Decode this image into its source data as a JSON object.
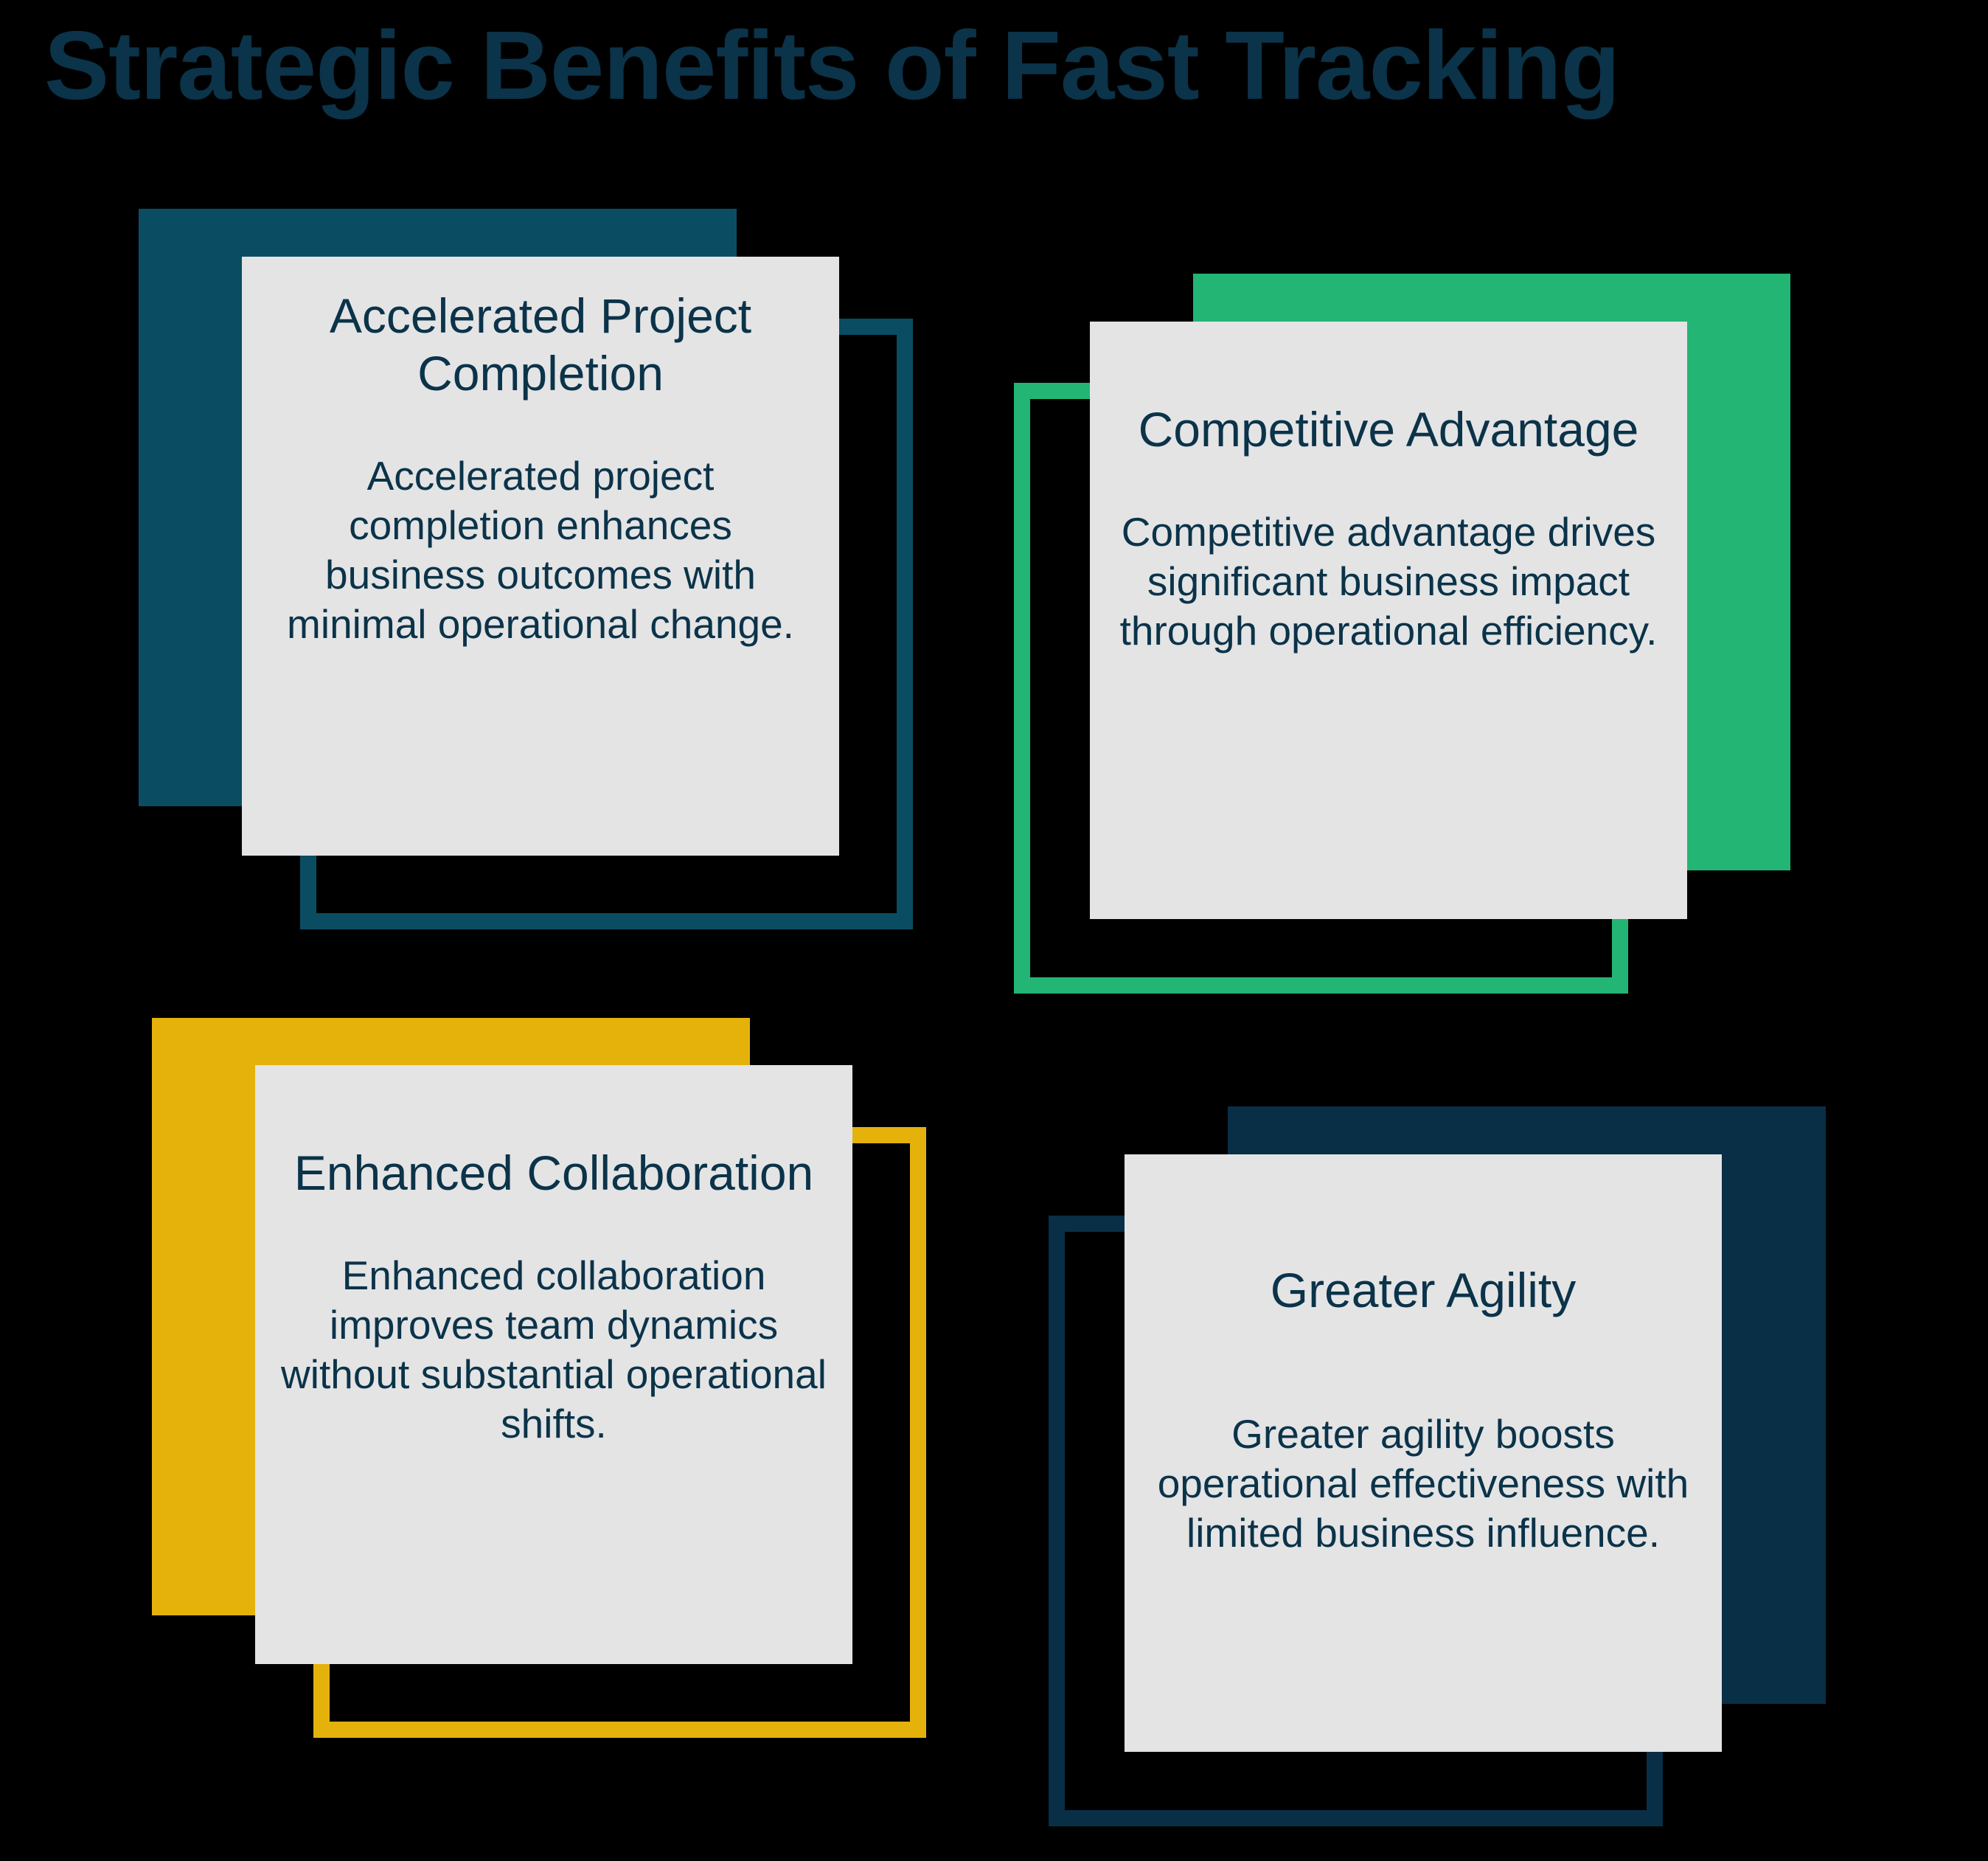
{
  "header": {
    "title": "Strategic Benefits of Fast Tracking"
  },
  "theme": {
    "background": "#000000",
    "title_color": "#0B3349",
    "panel_background": "#E4E4E5",
    "panel_text_color": "#0B3349"
  },
  "cards": [
    {
      "id": "accelerated-project-completion",
      "title": "Accelerated Project Completion",
      "description": "Accelerated project completion enhances business outcomes with minimal operational change.",
      "accent_color": "#0A4D63",
      "accent_name": "teal",
      "fill_position": "top-left",
      "outline_position": "bottom-right"
    },
    {
      "id": "competitive-advantage",
      "title": "Competitive Advantage",
      "description": "Competitive advantage drives significant business impact through operational efficiency.",
      "accent_color": "#22B573",
      "accent_name": "green",
      "fill_position": "top-right",
      "outline_position": "bottom-left"
    },
    {
      "id": "enhanced-collaboration",
      "title": "Enhanced Collaboration",
      "description": "Enhanced collaboration improves team dynamics without substantial operational shifts.",
      "accent_color": "#E4B20B",
      "accent_name": "yellow",
      "fill_position": "top-left",
      "outline_position": "bottom-right"
    },
    {
      "id": "greater-agility",
      "title": "Greater Agility",
      "description": "Greater agility boosts operational effectiveness with limited business influence.",
      "accent_color": "#092F46",
      "accent_name": "navy",
      "fill_position": "top-right",
      "outline_position": "bottom-left"
    }
  ]
}
